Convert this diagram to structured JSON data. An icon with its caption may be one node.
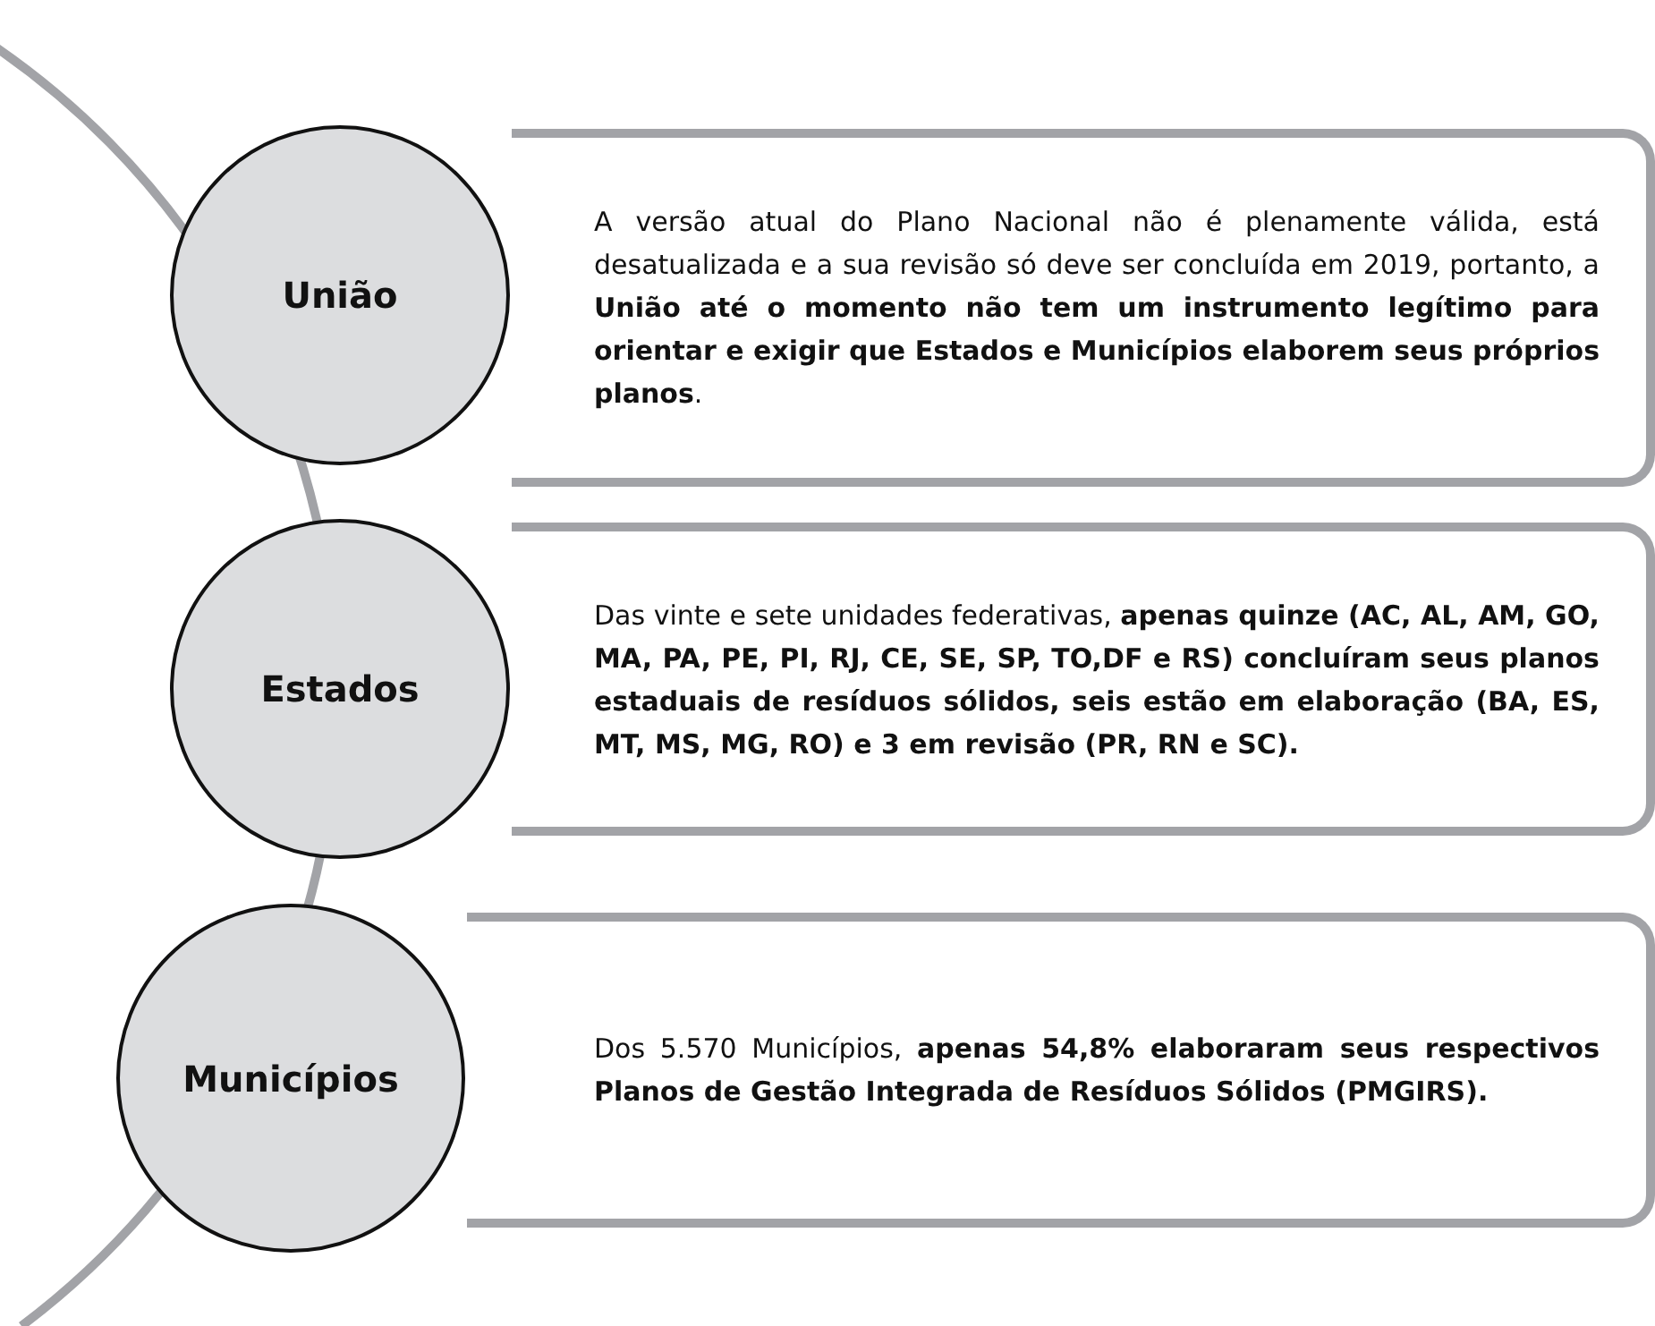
{
  "diagram": {
    "nodes": [
      {
        "text": [
          "União"
        ]
      },
      {
        "text": [
          "A versão atual do Plano Nacional não é plenamente válida, está desatualizada e a sua revisão só deve ser concluída em 2019, portanto, a **União até o momento não tem um instrumento legítimo para orientar e exigir que Estados e Municípios elaborem seus próprios planos**."
        ]
      },
      {
        "text": [
          "Estados"
        ]
      },
      {
        "text": [
          "Das vinte e sete unidades federativas, **apenas quinze (AC, AL, AM, GO, MA, PA, PE, PI, RJ, CE, SE, SP, TO,DF e RS) concluíram seus planos estaduais de resíduos sólidos, seis estão em elaboração (BA, ES, MT, MS, MG, RO) e 3 em revisão (PR, RN e SC).**"
        ]
      },
      {
        "text": [
          "Municípios"
        ]
      },
      {
        "text": [
          "Dos 5.570 Municípios, **apenas 54,8% elaboraram seus respectivos Planos de Gestão Integrada de Resíduos Sólidos (PMGIRS).**"
        ]
      }
    ]
  }
}
